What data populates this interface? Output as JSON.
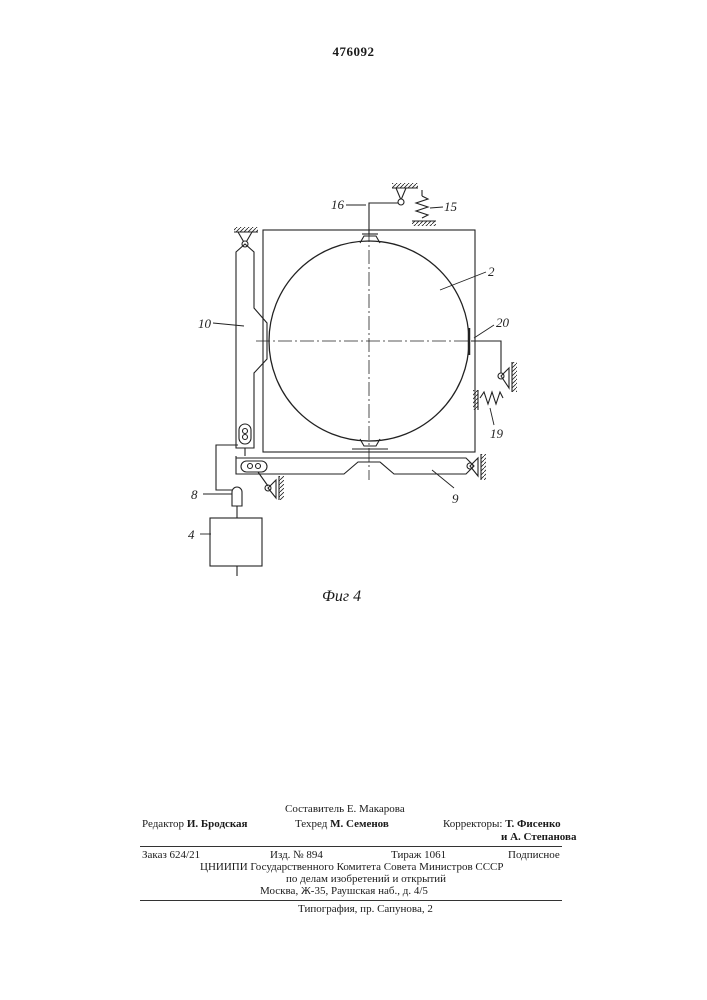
{
  "patent_number": "476092",
  "figure_caption": "Фиг 4",
  "part_labels": {
    "l16": "16",
    "l15": "15",
    "l2": "2",
    "l10": "10",
    "l20": "20",
    "l19": "19",
    "l8": "8",
    "l9": "9",
    "l4": "4"
  },
  "imprint": {
    "compiler": "Составитель Е. Макарова",
    "editor_label": "Редактор",
    "editor_name": "И. Бродская",
    "techred_label": "Техред",
    "techred_name": "М. Семенов",
    "correctors_label": "Корректоры:",
    "corrector_1": "Т. Фисенко",
    "corrector_2": "и А. Степанова",
    "order": "Заказ 624/21",
    "edition": "Изд. № 894",
    "print_run": "Тираж 1061",
    "subscription": "Подписное",
    "org_line_1": "ЦНИИПИ Государственного Комитета Совета Министров СССР",
    "org_line_2": "по делам изобретений и открытий",
    "address": "Москва, Ж-35, Раушская наб., д. 4/5",
    "printer": "Типография, пр. Сапунова, 2"
  }
}
